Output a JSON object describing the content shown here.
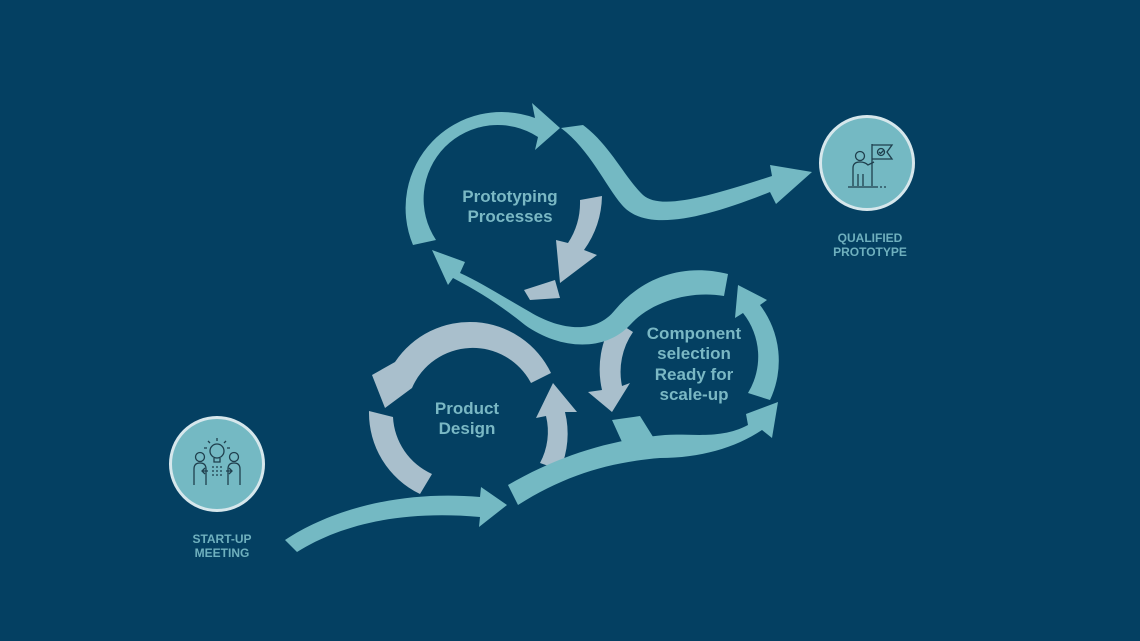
{
  "colors": {
    "background": "#044062",
    "teal_arrow": "#74b9c3",
    "grey_arrow": "#a9bfcc",
    "label_text": "#7ab8c4",
    "icon_circle": "#74b9c3",
    "icon_ring": "#d6e7ec"
  },
  "milestones": {
    "start": {
      "label_line1": "START-UP",
      "label_line2": "MEETING",
      "icon": "people-idea-icon"
    },
    "end": {
      "label_line1": "QUALIFIED",
      "label_line2": "PROTOTYPE",
      "icon": "person-flag-icon"
    }
  },
  "cycles": {
    "prototyping": {
      "line1": "Prototyping",
      "line2": "Processes"
    },
    "product_design": {
      "line1": "Product",
      "line2": "Design"
    },
    "component": {
      "line1": "Component",
      "line2": "selection",
      "line3": "Ready for",
      "line4": "scale-up"
    }
  }
}
